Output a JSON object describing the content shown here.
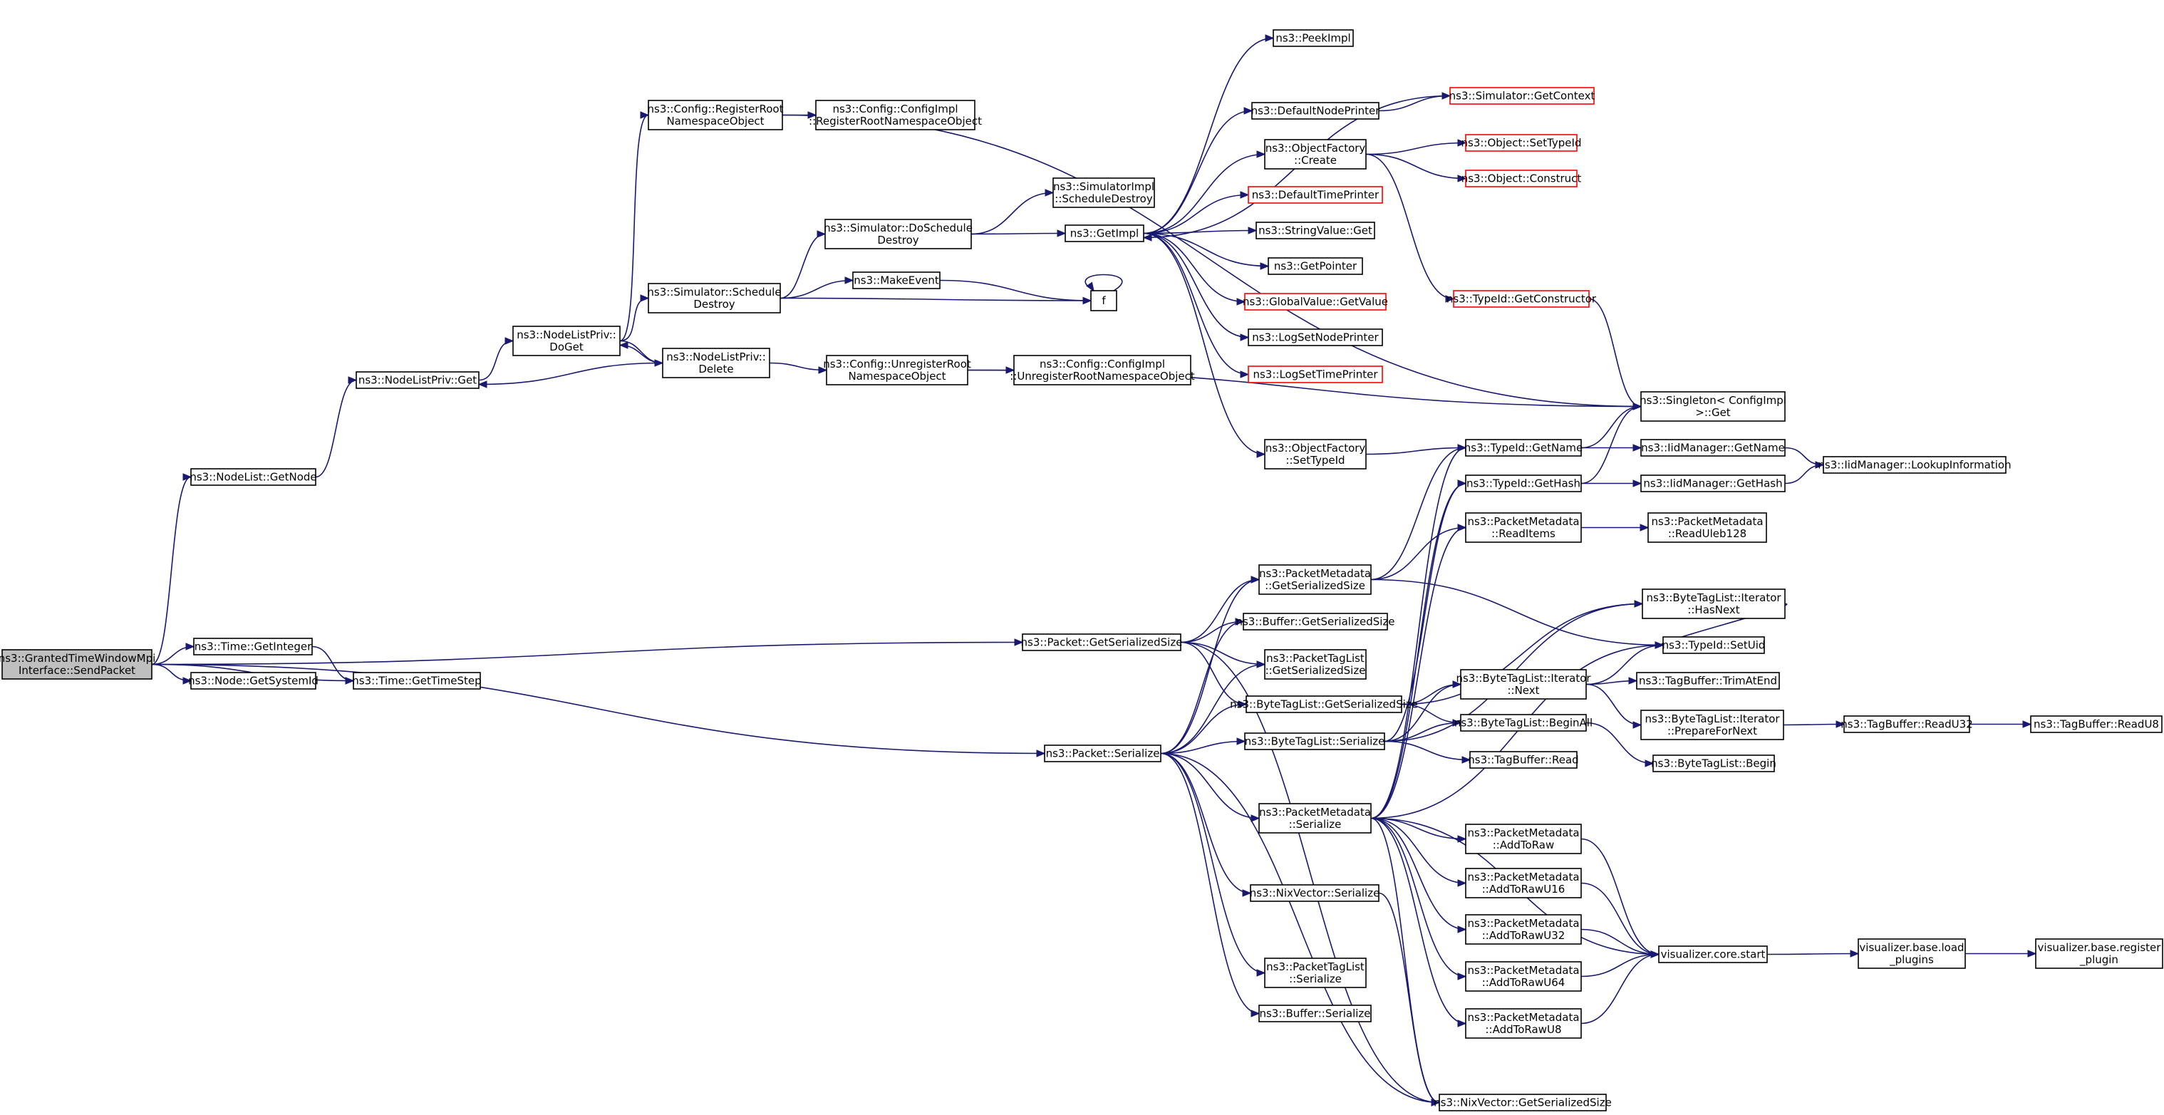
{
  "graph": {
    "title": "",
    "nodes": [
      {
        "id": "n0",
        "lines": [
          "ns3::GrantedTimeWindowMpi",
          "Interface::SendPacket"
        ],
        "style": "root"
      },
      {
        "id": "n1",
        "lines": [
          "ns3::NodeList::GetNode"
        ]
      },
      {
        "id": "n2",
        "lines": [
          "ns3::Time::GetInteger"
        ]
      },
      {
        "id": "n3",
        "lines": [
          "ns3::Node::GetSystemId"
        ]
      },
      {
        "id": "n4",
        "lines": [
          "ns3::Time::GetTimeStep"
        ]
      },
      {
        "id": "n5",
        "lines": [
          "ns3::Packet::GetSerializedSize"
        ]
      },
      {
        "id": "n6",
        "lines": [
          "ns3::Packet::Serialize"
        ]
      },
      {
        "id": "n7",
        "lines": [
          "ns3::NodeListPriv::Get"
        ]
      },
      {
        "id": "n8",
        "lines": [
          "ns3::NodeListPriv::",
          "DoGet"
        ]
      },
      {
        "id": "n9",
        "lines": [
          "ns3::NodeListPriv::",
          "Delete"
        ]
      },
      {
        "id": "n10",
        "lines": [
          "ns3::Config::RegisterRoot",
          "NamespaceObject"
        ]
      },
      {
        "id": "n11",
        "lines": [
          "ns3::Config::ConfigImpl",
          "::RegisterRootNamespaceObject"
        ]
      },
      {
        "id": "n12",
        "lines": [
          "ns3::Simulator::Schedule",
          "Destroy"
        ]
      },
      {
        "id": "n13",
        "lines": [
          "ns3::Simulator::DoSchedule",
          "Destroy"
        ]
      },
      {
        "id": "n14",
        "lines": [
          "ns3::MakeEvent"
        ]
      },
      {
        "id": "n15",
        "lines": [
          "f"
        ]
      },
      {
        "id": "n16",
        "lines": [
          "ns3::SimulatorImpl",
          "::ScheduleDestroy"
        ]
      },
      {
        "id": "n17",
        "lines": [
          "ns3::GetImpl"
        ]
      },
      {
        "id": "n18",
        "lines": [
          "ns3::Config::UnregisterRoot",
          "NamespaceObject"
        ]
      },
      {
        "id": "n19",
        "lines": [
          "ns3::Config::ConfigImpl",
          "::UnregisterRootNamespaceObject"
        ]
      },
      {
        "id": "n20",
        "lines": [
          "ns3::PeekImpl"
        ]
      },
      {
        "id": "n21",
        "lines": [
          "ns3::DefaultNodePrinter"
        ]
      },
      {
        "id": "n22",
        "lines": [
          "ns3::ObjectFactory",
          "::Create"
        ]
      },
      {
        "id": "n23",
        "lines": [
          "ns3::DefaultTimePrinter"
        ],
        "style": "red"
      },
      {
        "id": "n24",
        "lines": [
          "ns3::StringValue::Get"
        ]
      },
      {
        "id": "n25",
        "lines": [
          "ns3::GetPointer"
        ]
      },
      {
        "id": "n26",
        "lines": [
          "ns3::GlobalValue::GetValue"
        ],
        "style": "red"
      },
      {
        "id": "n27",
        "lines": [
          "ns3::LogSetNodePrinter"
        ]
      },
      {
        "id": "n28",
        "lines": [
          "ns3::LogSetTimePrinter"
        ],
        "style": "red"
      },
      {
        "id": "n29",
        "lines": [
          "ns3::ObjectFactory",
          "::SetTypeId"
        ]
      },
      {
        "id": "n30",
        "lines": [
          "ns3::Simulator::GetContext"
        ],
        "style": "red"
      },
      {
        "id": "n31",
        "lines": [
          "ns3::Object::SetTypeId"
        ],
        "style": "red"
      },
      {
        "id": "n32",
        "lines": [
          "ns3::Object::Construct"
        ],
        "style": "red"
      },
      {
        "id": "n33",
        "lines": [
          "ns3::TypeId::GetConstructor"
        ],
        "style": "red"
      },
      {
        "id": "n34",
        "lines": [
          "ns3::Singleton< ConfigImpl",
          ">::Get"
        ]
      },
      {
        "id": "n35",
        "lines": [
          "ns3::TypeId::GetName"
        ]
      },
      {
        "id": "n36",
        "lines": [
          "ns3::TypeId::GetHash"
        ]
      },
      {
        "id": "n37",
        "lines": [
          "ns3::IidManager::GetName"
        ]
      },
      {
        "id": "n38",
        "lines": [
          "ns3::IidManager::GetHash"
        ]
      },
      {
        "id": "n39",
        "lines": [
          "ns3::IidManager::LookupInformation"
        ]
      },
      {
        "id": "n40",
        "lines": [
          "ns3::PacketMetadata",
          "::GetSerializedSize"
        ]
      },
      {
        "id": "n41",
        "lines": [
          "ns3::Buffer::GetSerializedSize"
        ]
      },
      {
        "id": "n42",
        "lines": [
          "ns3::PacketTagList",
          "::GetSerializedSize"
        ]
      },
      {
        "id": "n43",
        "lines": [
          "ns3::ByteTagList::GetSerializedSize"
        ]
      },
      {
        "id": "n44",
        "lines": [
          "ns3::ByteTagList::Serialize"
        ]
      },
      {
        "id": "n45",
        "lines": [
          "ns3::PacketMetadata",
          "::Serialize"
        ]
      },
      {
        "id": "n46",
        "lines": [
          "ns3::NixVector::Serialize"
        ]
      },
      {
        "id": "n47",
        "lines": [
          "ns3::PacketTagList",
          "::Serialize"
        ]
      },
      {
        "id": "n48",
        "lines": [
          "ns3::Buffer::Serialize"
        ]
      },
      {
        "id": "n49",
        "lines": [
          "ns3::PacketMetadata",
          "::ReadItems"
        ]
      },
      {
        "id": "n50",
        "lines": [
          "ns3::PacketMetadata",
          "::ReadUleb128"
        ]
      },
      {
        "id": "n51",
        "lines": [
          "ns3::ByteTagList::Iterator",
          "::HasNext"
        ]
      },
      {
        "id": "n52",
        "lines": [
          "ns3::TypeId::SetUid"
        ]
      },
      {
        "id": "n53",
        "lines": [
          "ns3::ByteTagList::Iterator",
          "::Next"
        ]
      },
      {
        "id": "n54",
        "lines": [
          "ns3::TagBuffer::TrimAtEnd"
        ]
      },
      {
        "id": "n55",
        "lines": [
          "ns3::ByteTagList::Iterator",
          "::PrepareForNext"
        ]
      },
      {
        "id": "n56",
        "lines": [
          "ns3::TagBuffer::ReadU32"
        ]
      },
      {
        "id": "n57",
        "lines": [
          "ns3::TagBuffer::ReadU8"
        ]
      },
      {
        "id": "n58",
        "lines": [
          "ns3::ByteTagList::BeginAll"
        ]
      },
      {
        "id": "n59",
        "lines": [
          "ns3::ByteTagList::Begin"
        ]
      },
      {
        "id": "n60",
        "lines": [
          "ns3::TagBuffer::Read"
        ]
      },
      {
        "id": "n61",
        "lines": [
          "ns3::PacketMetadata",
          "::AddToRaw"
        ]
      },
      {
        "id": "n62",
        "lines": [
          "ns3::PacketMetadata",
          "::AddToRawU16"
        ]
      },
      {
        "id": "n63",
        "lines": [
          "ns3::PacketMetadata",
          "::AddToRawU32"
        ]
      },
      {
        "id": "n64",
        "lines": [
          "ns3::PacketMetadata",
          "::AddToRawU64"
        ]
      },
      {
        "id": "n65",
        "lines": [
          "ns3::PacketMetadata",
          "::AddToRawU8"
        ]
      },
      {
        "id": "n66",
        "lines": [
          "visualizer.core.start"
        ]
      },
      {
        "id": "n67",
        "lines": [
          "visualizer.base.load",
          "_plugins"
        ]
      },
      {
        "id": "n68",
        "lines": [
          "visualizer.base.register",
          "_plugin"
        ]
      },
      {
        "id": "n69",
        "lines": [
          "ns3::NixVector::GetSerializedSize"
        ]
      }
    ],
    "edges": [
      [
        "n0",
        "n1"
      ],
      [
        "n0",
        "n2"
      ],
      [
        "n0",
        "n3"
      ],
      [
        "n0",
        "n4"
      ],
      [
        "n0",
        "n5"
      ],
      [
        "n0",
        "n6"
      ],
      [
        "n2",
        "n4"
      ],
      [
        "n1",
        "n7"
      ],
      [
        "n7",
        "n8"
      ],
      [
        "n8",
        "n10"
      ],
      [
        "n8",
        "n12"
      ],
      [
        "n8",
        "n9"
      ],
      [
        "n9",
        "n8"
      ],
      [
        "n9",
        "n7"
      ],
      [
        "n9",
        "n18"
      ],
      [
        "n10",
        "n11"
      ],
      [
        "n10",
        "n34"
      ],
      [
        "n12",
        "n13"
      ],
      [
        "n12",
        "n14"
      ],
      [
        "n12",
        "n15"
      ],
      [
        "n14",
        "n15"
      ],
      [
        "n15",
        "n15"
      ],
      [
        "n13",
        "n16"
      ],
      [
        "n13",
        "n17"
      ],
      [
        "n18",
        "n19"
      ],
      [
        "n18",
        "n34"
      ],
      [
        "n17",
        "n20"
      ],
      [
        "n17",
        "n21"
      ],
      [
        "n17",
        "n22"
      ],
      [
        "n17",
        "n23"
      ],
      [
        "n17",
        "n24"
      ],
      [
        "n17",
        "n25"
      ],
      [
        "n17",
        "n26"
      ],
      [
        "n17",
        "n27"
      ],
      [
        "n17",
        "n28"
      ],
      [
        "n17",
        "n29"
      ],
      [
        "n21",
        "n30"
      ],
      [
        "n30",
        "n17"
      ],
      [
        "n22",
        "n31"
      ],
      [
        "n22",
        "n32"
      ],
      [
        "n22",
        "n33"
      ],
      [
        "n33",
        "n34"
      ],
      [
        "n29",
        "n35"
      ],
      [
        "n35",
        "n34"
      ],
      [
        "n35",
        "n37"
      ],
      [
        "n37",
        "n39"
      ],
      [
        "n36",
        "n34"
      ],
      [
        "n36",
        "n38"
      ],
      [
        "n38",
        "n39"
      ],
      [
        "n5",
        "n40"
      ],
      [
        "n5",
        "n41"
      ],
      [
        "n5",
        "n42"
      ],
      [
        "n5",
        "n43"
      ],
      [
        "n5",
        "n69"
      ],
      [
        "n40",
        "n35"
      ],
      [
        "n40",
        "n49"
      ],
      [
        "n40",
        "n52"
      ],
      [
        "n49",
        "n50"
      ],
      [
        "n43",
        "n51"
      ],
      [
        "n43",
        "n53"
      ],
      [
        "n43",
        "n58"
      ],
      [
        "n6",
        "n40"
      ],
      [
        "n6",
        "n41"
      ],
      [
        "n6",
        "n42"
      ],
      [
        "n6",
        "n43"
      ],
      [
        "n6",
        "n44"
      ],
      [
        "n6",
        "n45"
      ],
      [
        "n6",
        "n46"
      ],
      [
        "n6",
        "n47"
      ],
      [
        "n6",
        "n48"
      ],
      [
        "n6",
        "n69"
      ],
      [
        "n44",
        "n36"
      ],
      [
        "n44",
        "n51"
      ],
      [
        "n44",
        "n53"
      ],
      [
        "n44",
        "n58"
      ],
      [
        "n44",
        "n60"
      ],
      [
        "n53",
        "n52"
      ],
      [
        "n53",
        "n54"
      ],
      [
        "n53",
        "n55"
      ],
      [
        "n51",
        "n52"
      ],
      [
        "n55",
        "n56"
      ],
      [
        "n56",
        "n57"
      ],
      [
        "n58",
        "n59"
      ],
      [
        "n45",
        "n35"
      ],
      [
        "n45",
        "n36"
      ],
      [
        "n45",
        "n49"
      ],
      [
        "n45",
        "n52"
      ],
      [
        "n45",
        "n61"
      ],
      [
        "n45",
        "n62"
      ],
      [
        "n45",
        "n63"
      ],
      [
        "n45",
        "n64"
      ],
      [
        "n45",
        "n65"
      ],
      [
        "n45",
        "n66"
      ],
      [
        "n45",
        "n69"
      ],
      [
        "n46",
        "n69"
      ],
      [
        "n61",
        "n66"
      ],
      [
        "n62",
        "n66"
      ],
      [
        "n63",
        "n66"
      ],
      [
        "n64",
        "n66"
      ],
      [
        "n65",
        "n66"
      ],
      [
        "n66",
        "n67"
      ],
      [
        "n67",
        "n68"
      ]
    ]
  }
}
